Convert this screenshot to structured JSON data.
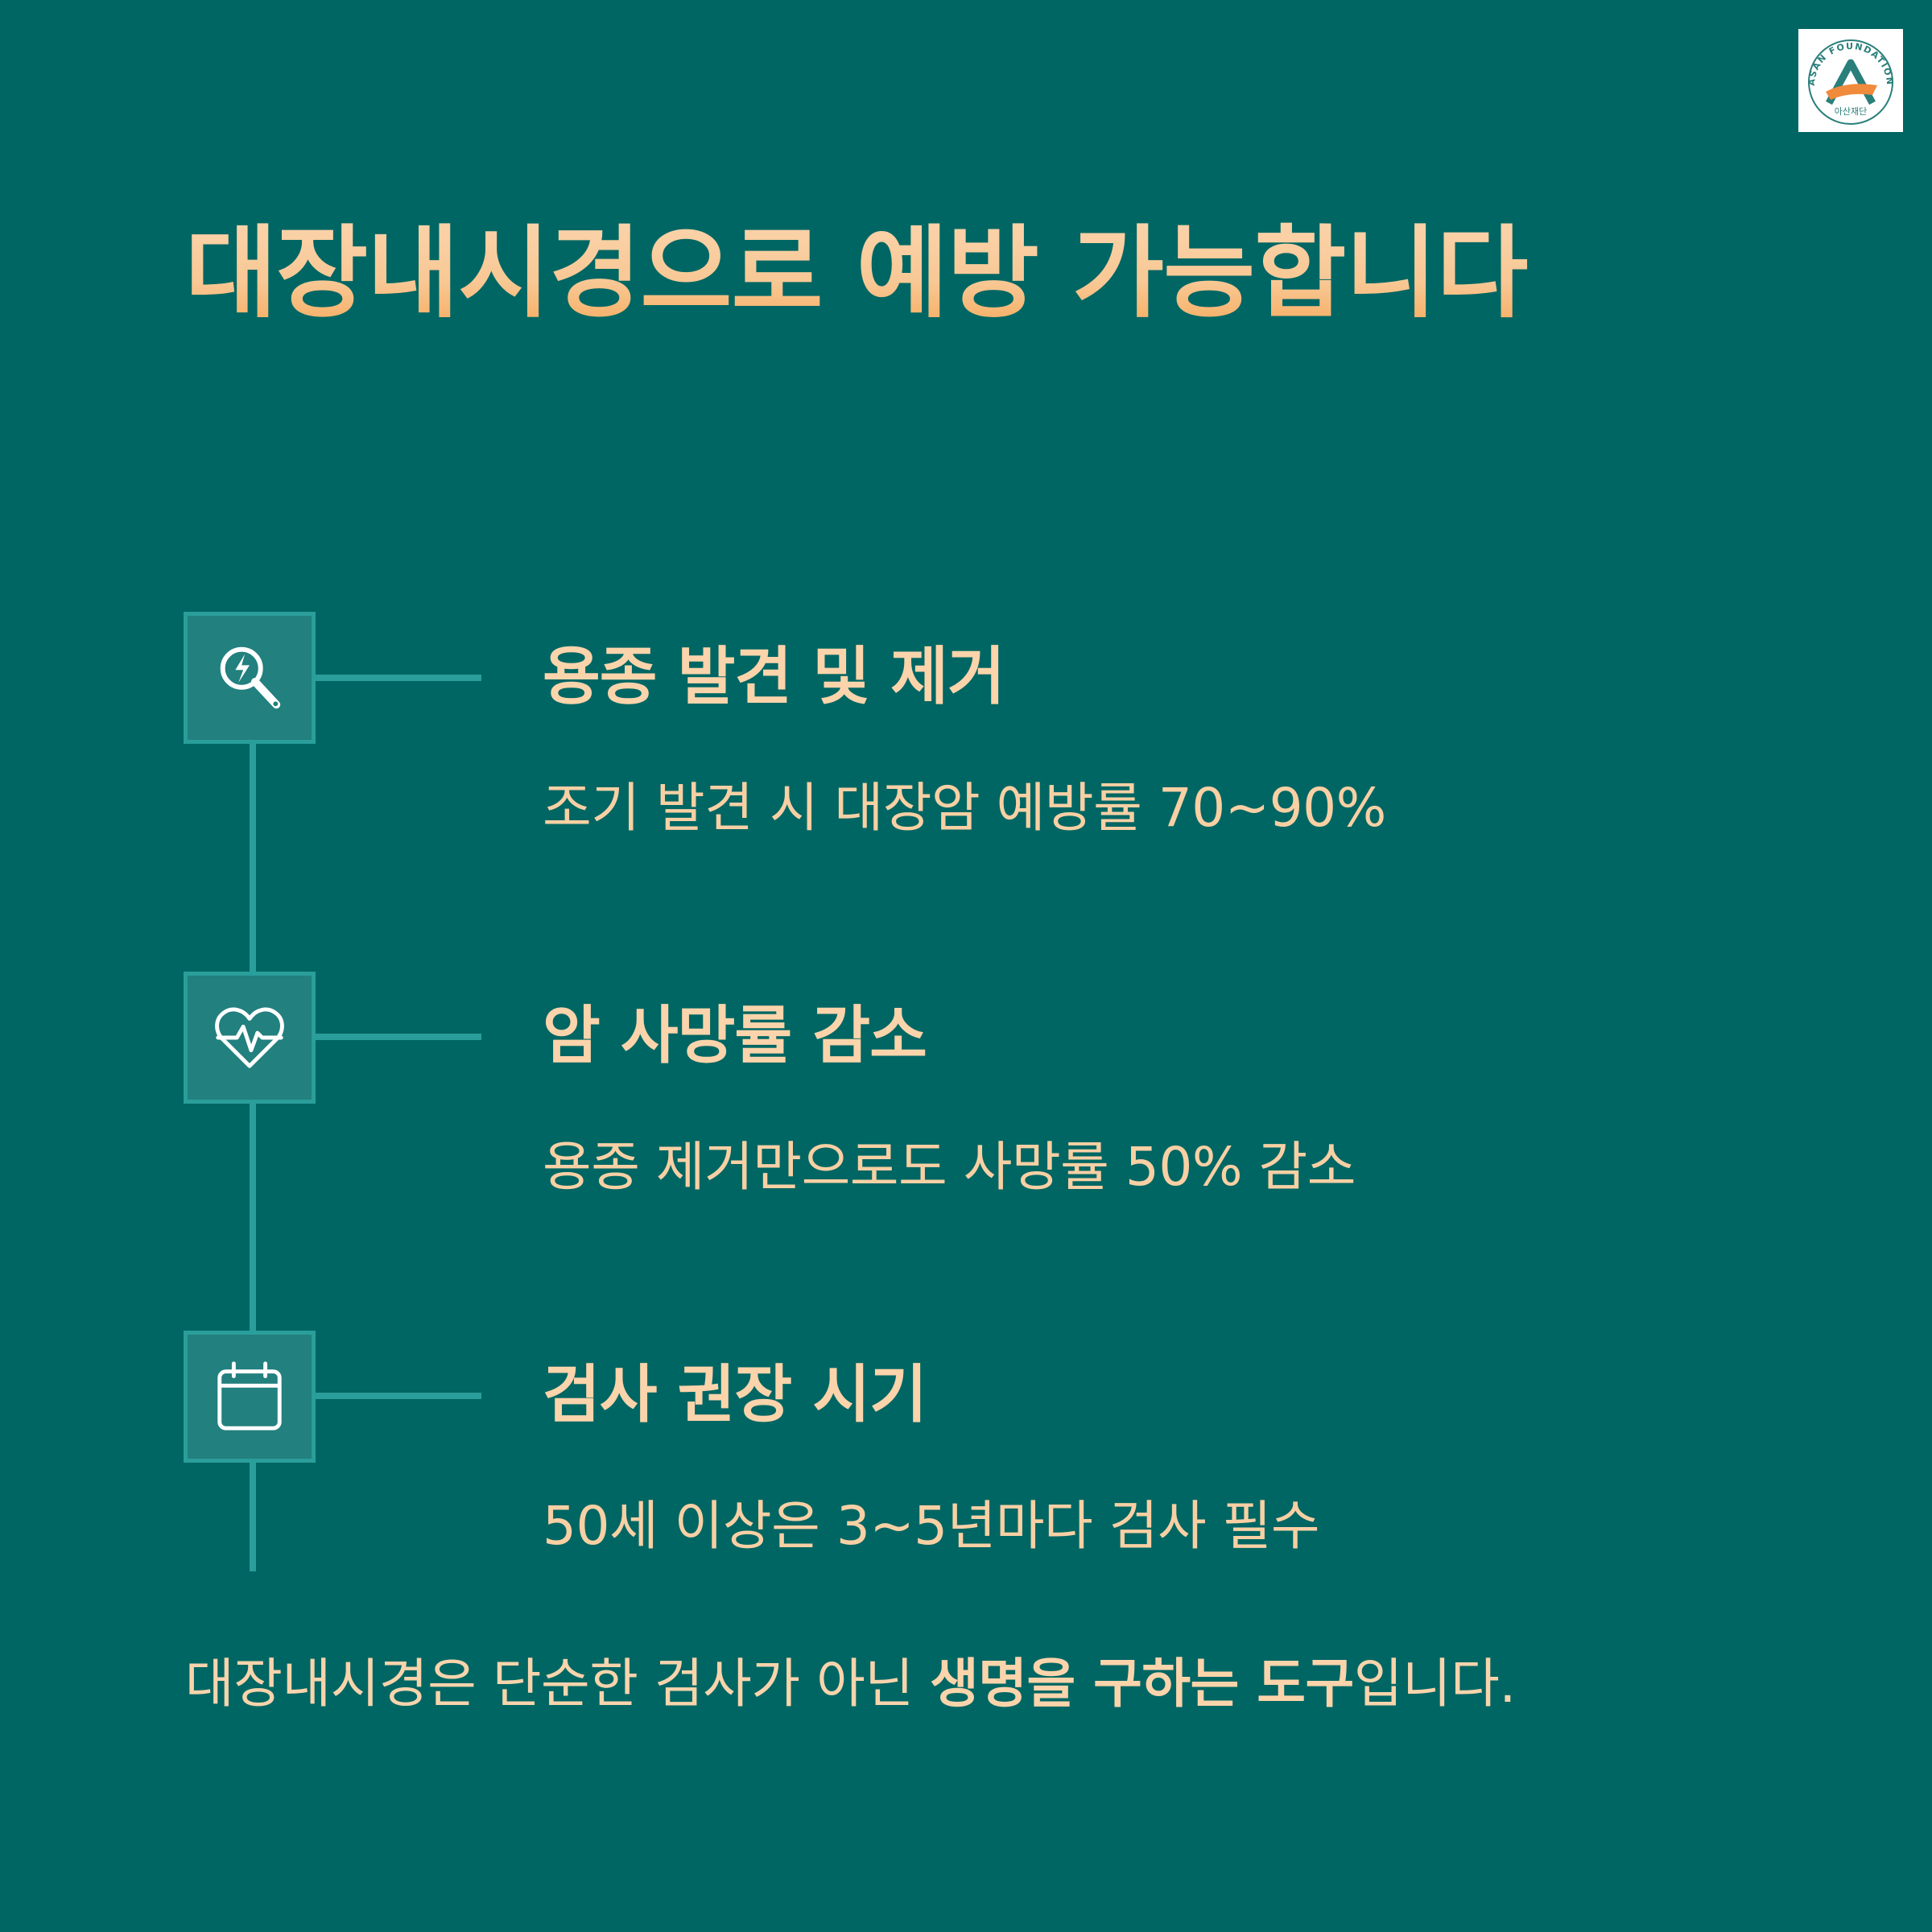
{
  "logo": {
    "text_arc": "ASAN FOUNDATION",
    "text_kr": "아산재단"
  },
  "title": "대장내시경으로 예방 가능합니다",
  "items": [
    {
      "icon": "magnifier-icon",
      "title": "용종 발견 및 제거",
      "desc": "조기 발견 시 대장암 예방률 70~90%"
    },
    {
      "icon": "heart-pulse-icon",
      "title": "암 사망률 감소",
      "desc": "용종 제거만으로도 사망률 50% 감소"
    },
    {
      "icon": "calendar-icon",
      "title": "검사 권장 시기",
      "desc": "50세 이상은 3~5년마다 검사 필수"
    }
  ],
  "footer": {
    "before": "대장내시경은 단순한 검사가 아닌 ",
    "emphasis": "생명을 구하는 도구",
    "after": "입니다."
  },
  "colors": {
    "background": "#006663",
    "accent_line": "#2a9e9a",
    "text_peach": "#fbd4ab",
    "title_gradient_end": "#f5a24c"
  }
}
